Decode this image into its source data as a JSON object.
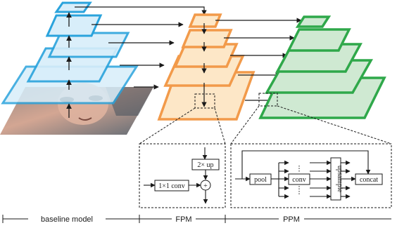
{
  "fpm_detail": {
    "upsample_label": "2× up",
    "conv_label": "1×1 conv",
    "sum_symbol": "+"
  },
  "ppm_detail": {
    "pool_label": "pool",
    "conv_label": "conv",
    "upsample_label": "upsample",
    "concat_label": "concat"
  },
  "bottom_scale": {
    "baseline": "baseline model",
    "fpm": "FPM",
    "ppm": "PPM"
  },
  "colors": {
    "backbone_stroke": "#2aa3dc",
    "backbone_fill": "#d8eefa",
    "fpm_stroke": "#f29a4a",
    "fpm_fill": "#fde7c7",
    "ppm_stroke": "#2fa84a",
    "ppm_fill": "#cfe9d2",
    "line": "#1a1a1a"
  }
}
